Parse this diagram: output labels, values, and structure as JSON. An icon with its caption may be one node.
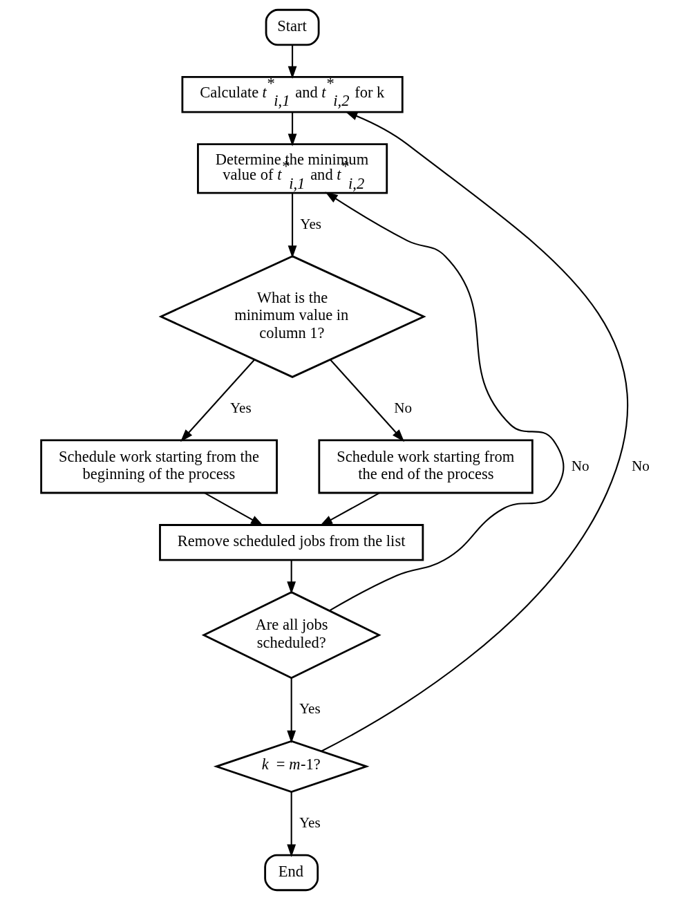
{
  "diagram": {
    "nodes": [
      {
        "text": [
          "Start"
        ]
      },
      {
        "text": [
          "Calculate *t*$^{*}$$_{i,1}$ and *t*$^{*}$$_{i,2}$ for k"
        ]
      },
      {
        "text": [
          "Determine the minimum value of *t*$^{*}$$_{i,1}$ and *t*$^{*}$$_{i,2}$"
        ]
      },
      {
        "text": [
          "What is the minimum value in column 1?"
        ]
      },
      {
        "text": [
          "Schedule work starting from the beginning of the process"
        ]
      },
      {
        "text": [
          "Schedule work starting from the end of the process"
        ]
      },
      {
        "text": [
          "Remove scheduled jobs from the list"
        ]
      },
      {
        "text": [
          "Are all jobs scheduled?"
        ]
      },
      {
        "text": [
          "*k* = *m*-1?"
        ]
      },
      {
        "text": [
          "End"
        ]
      }
    ],
    "edges": [
      {
        "from": 0,
        "to": 1,
        "arrow": "to"
      },
      {
        "from": 1,
        "to": 2,
        "arrow": "to"
      },
      {
        "from": 2,
        "to": 3,
        "arrow": "to",
        "label": "Yes"
      },
      {
        "from": 3,
        "to": 4,
        "arrow": "to",
        "label": "Yes"
      },
      {
        "from": 3,
        "to": 5,
        "arrow": "to",
        "label": "No"
      },
      {
        "from": 4,
        "to": 6,
        "arrow": "to"
      },
      {
        "from": 5,
        "to": 6,
        "arrow": "to"
      },
      {
        "from": 6,
        "to": 7,
        "arrow": "to"
      },
      {
        "from": 7,
        "to": 2,
        "arrow": "to",
        "label": "No"
      },
      {
        "from": 7,
        "to": 8,
        "arrow": "to",
        "label": "Yes"
      },
      {
        "from": 8,
        "to": 1,
        "arrow": "to",
        "label": "No"
      },
      {
        "from": 8,
        "to": 9,
        "arrow": "to",
        "label": "Yes"
      }
    ]
  }
}
